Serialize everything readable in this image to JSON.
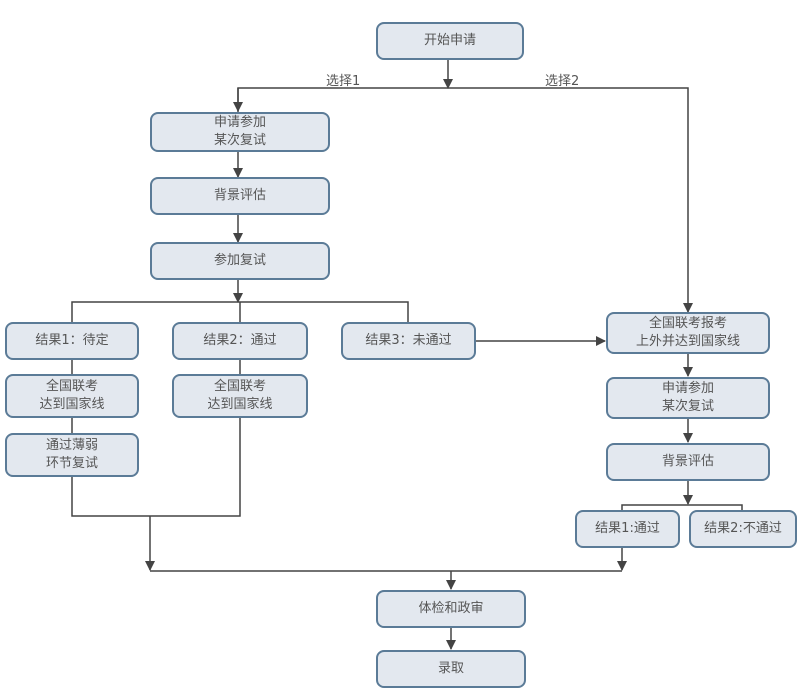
{
  "diagram": {
    "colors": {
      "node_fill": "#e3e8ef",
      "node_border": "#5b7b97",
      "line": "#444444",
      "text": "#555555"
    },
    "labels": {
      "choice1": "选择1",
      "choice2": "选择2"
    },
    "nodes": {
      "start": [
        "开始申请"
      ],
      "l_apply": [
        "申请参加",
        "某次复试"
      ],
      "l_assess": [
        "背景评估"
      ],
      "l_retest": [
        "参加复试"
      ],
      "res1": [
        "结果1：待定"
      ],
      "res2": [
        "结果2：通过"
      ],
      "res3": [
        "结果3：未通过"
      ],
      "res1_exam": [
        "全国联考",
        "达到国家线"
      ],
      "res1_weak": [
        "通过薄弱",
        "环节复试"
      ],
      "res2_exam": [
        "全国联考",
        "达到国家线"
      ],
      "r_exam": [
        "全国联考报考",
        "上外并达到国家线"
      ],
      "r_apply": [
        "申请参加",
        "某次复试"
      ],
      "r_assess": [
        "背景评估"
      ],
      "r_res1": [
        "结果1:通过"
      ],
      "r_res2": [
        "结果2:不通过"
      ],
      "physical": [
        "体检和政审"
      ],
      "admit": [
        "录取"
      ]
    },
    "edges": [
      [
        "start",
        "l_apply",
        "选择1"
      ],
      [
        "start",
        "r_exam",
        "选择2"
      ],
      [
        "l_apply",
        "l_assess"
      ],
      [
        "l_assess",
        "l_retest"
      ],
      [
        "l_retest",
        "res1"
      ],
      [
        "l_retest",
        "res2"
      ],
      [
        "l_retest",
        "res3"
      ],
      [
        "res1",
        "res1_exam"
      ],
      [
        "res1_exam",
        "res1_weak"
      ],
      [
        "res2",
        "res2_exam"
      ],
      [
        "res3",
        "r_exam"
      ],
      [
        "r_exam",
        "r_apply"
      ],
      [
        "r_apply",
        "r_assess"
      ],
      [
        "r_assess",
        "r_res1"
      ],
      [
        "r_assess",
        "r_res2"
      ],
      [
        "res1_weak",
        "physical"
      ],
      [
        "res2_exam",
        "physical"
      ],
      [
        "r_res1",
        "physical"
      ],
      [
        "physical",
        "admit"
      ]
    ]
  }
}
